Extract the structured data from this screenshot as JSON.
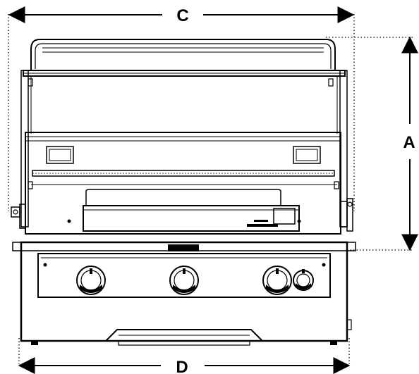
{
  "dimensions": {
    "width_top": "C",
    "height": "A",
    "width_bottom": "D"
  },
  "product": {
    "badge_text": ""
  }
}
